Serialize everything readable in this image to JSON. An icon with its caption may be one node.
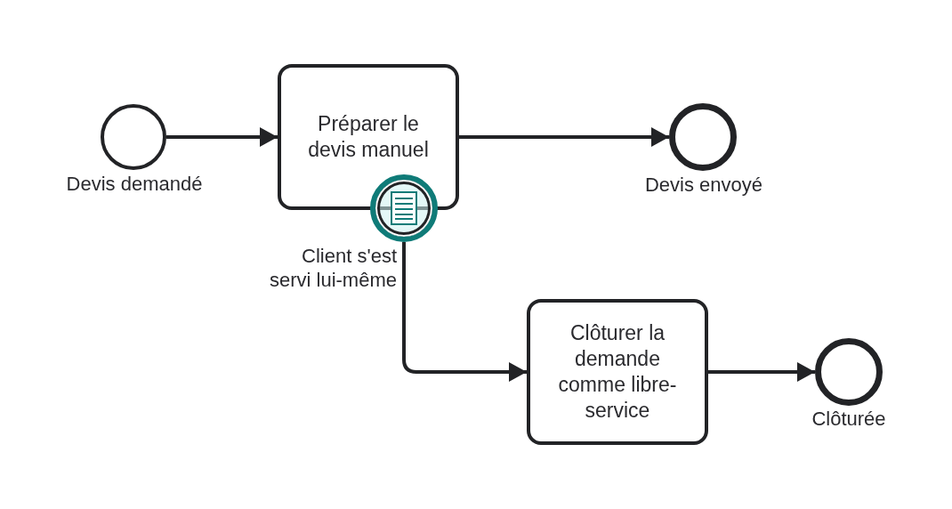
{
  "diagram": {
    "nodes": [
      {
        "text": [],
        "shape": "circle",
        "beside": [
          "Devis demandé"
        ]
      },
      {
        "text": [
          "Préparer le devis manuel"
        ]
      },
      {
        "text": [],
        "shape": "circle",
        "beside": [
          "Devis envoyé"
        ]
      },
      {
        "text": [],
        "shape": "circle",
        "beside": [
          "Client s'est servi lui-même"
        ]
      },
      {
        "text": [
          "Clôturer la demande comme libre-service"
        ]
      },
      {
        "text": [],
        "shape": "circle",
        "beside": [
          "Clôturée"
        ]
      }
    ],
    "edges": [
      {
        "from": 0,
        "to": 1,
        "arrow": "to"
      },
      {
        "from": 1,
        "to": 2,
        "arrow": "to"
      },
      {
        "from": 3,
        "to": 4,
        "arrow": "to"
      },
      {
        "from": 4,
        "to": 5,
        "arrow": "to"
      }
    ]
  }
}
